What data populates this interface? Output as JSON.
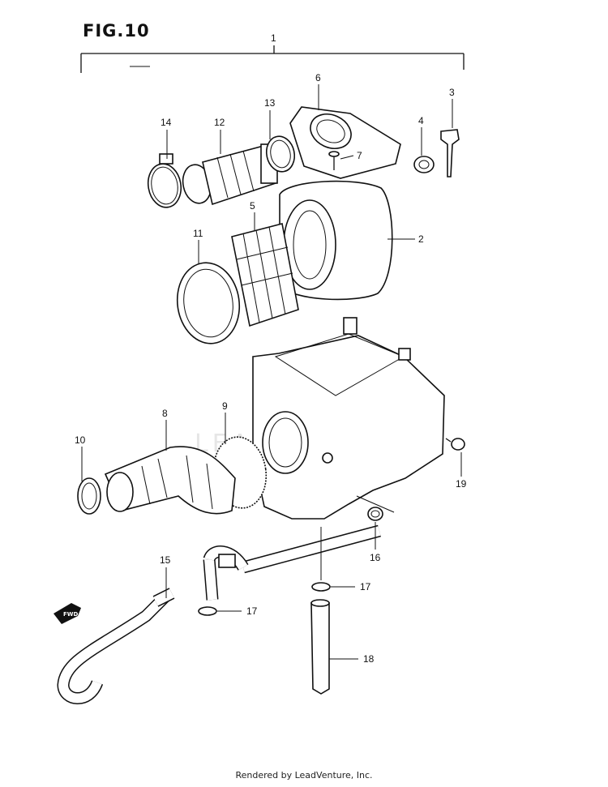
{
  "figure": {
    "title": "FIG.10",
    "watermark": "LEADVENTURE",
    "footer": "Rendered by LeadVenture, Inc.",
    "direction_marker": "FWD"
  },
  "callouts": [
    {
      "id": "1",
      "label": "1"
    },
    {
      "id": "2",
      "label": "2"
    },
    {
      "id": "3",
      "label": "3"
    },
    {
      "id": "4",
      "label": "4"
    },
    {
      "id": "5",
      "label": "5"
    },
    {
      "id": "6",
      "label": "6"
    },
    {
      "id": "7",
      "label": "7"
    },
    {
      "id": "8",
      "label": "8"
    },
    {
      "id": "9",
      "label": "9"
    },
    {
      "id": "10",
      "label": "10"
    },
    {
      "id": "11",
      "label": "11"
    },
    {
      "id": "12",
      "label": "12"
    },
    {
      "id": "13",
      "label": "13"
    },
    {
      "id": "14",
      "label": "14"
    },
    {
      "id": "15",
      "label": "15"
    },
    {
      "id": "16",
      "label": "16"
    },
    {
      "id": "17a",
      "label": "17"
    },
    {
      "id": "17b",
      "label": "17"
    },
    {
      "id": "18",
      "label": "18"
    },
    {
      "id": "19",
      "label": "19"
    }
  ]
}
